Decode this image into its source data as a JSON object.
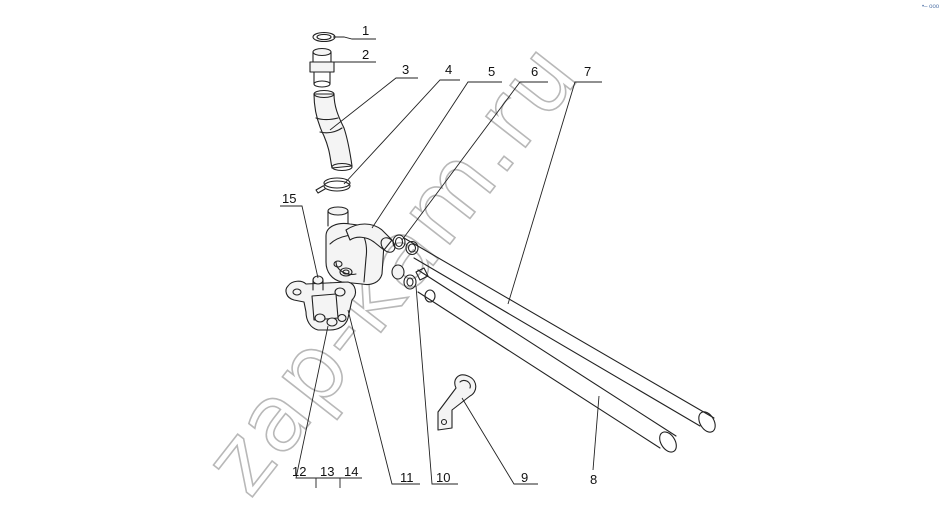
{
  "watermark": {
    "text": "zap-kam.ru"
  },
  "corner_mark": "•– ooo",
  "callouts": {
    "c1": "1",
    "c2": "2",
    "c3": "3",
    "c4": "4",
    "c5": "5",
    "c6": "6",
    "c7": "7",
    "c8": "8",
    "c9": "9",
    "c10": "10",
    "c11": "11",
    "c12": "12",
    "c13": "13",
    "c14": "14",
    "c15": "15"
  }
}
